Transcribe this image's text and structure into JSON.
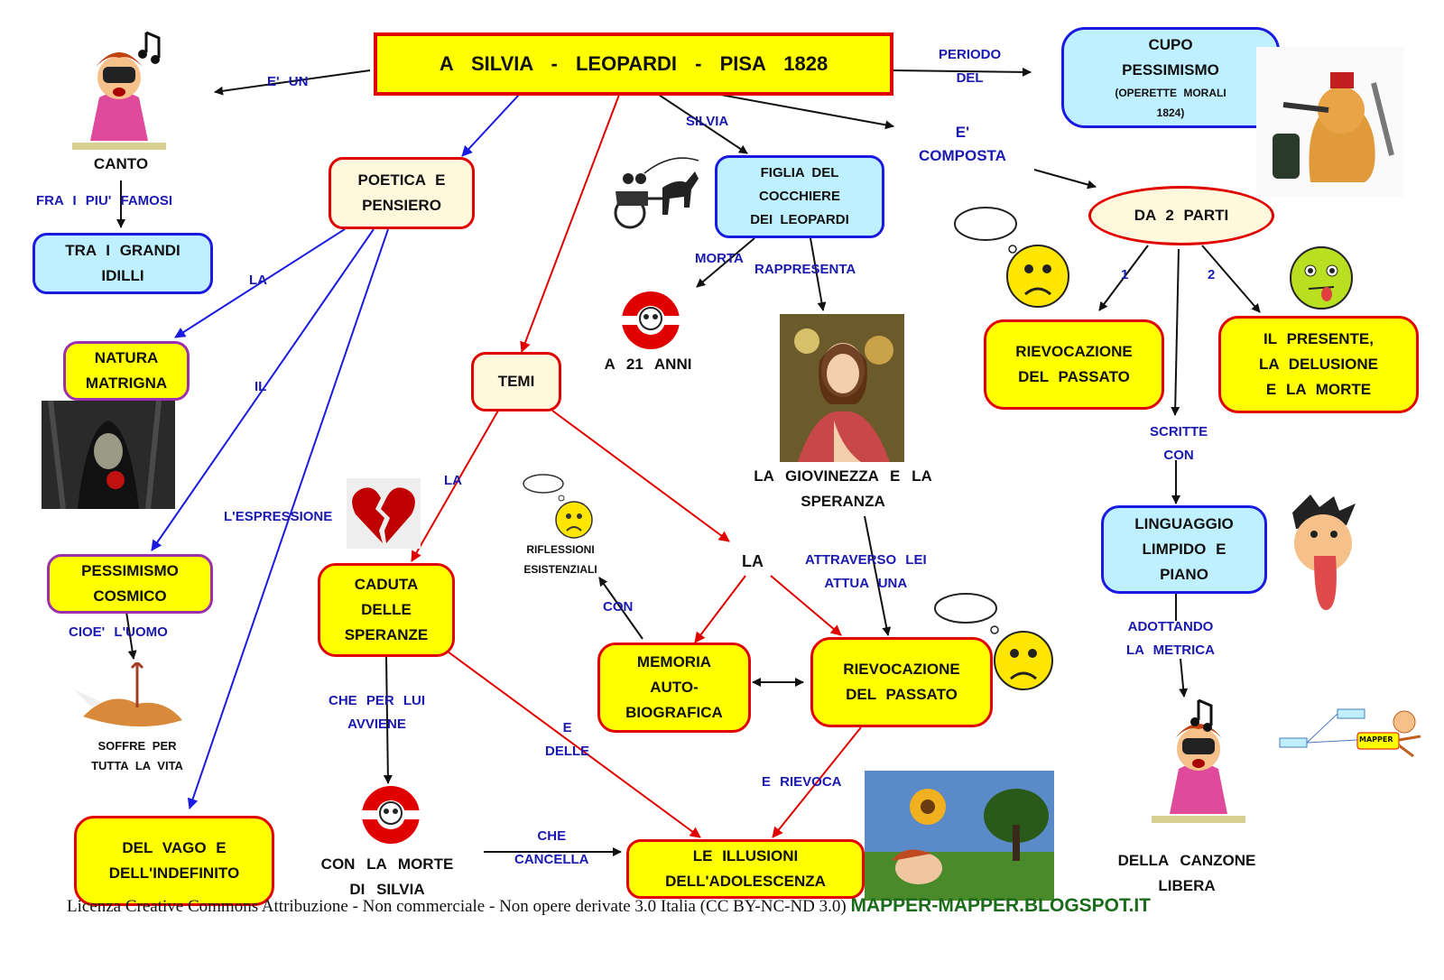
{
  "nodes": {
    "title": "A SILVIA - LEOPARDI - PISA 1828",
    "canto": "CANTO",
    "idilli": [
      "TRA I GRANDI",
      "IDILLI"
    ],
    "cupo": [
      "CUPO",
      "PESSIMISMO",
      "(OPERETTE MORALI",
      "1824)"
    ],
    "poetica": [
      "POETICA E",
      "PENSIERO"
    ],
    "figlia": [
      "FIGLIA DEL",
      "COCCHIERE",
      "DEI LEOPARDI"
    ],
    "due_parti": "DA 2 PARTI",
    "natura": [
      "NATURA",
      "MATRIGNA"
    ],
    "temi": "TEMI",
    "rievocazione_passato_right": [
      "RIEVOCAZIONE",
      "DEL PASSATO"
    ],
    "presente": [
      "IL PRESENTE,",
      "LA DELUSIONE",
      "E LA MORTE"
    ],
    "pessimismo": [
      "PESSIMISMO",
      "COSMICO"
    ],
    "caduta": [
      "CADUTA",
      "DELLE",
      "SPERANZE"
    ],
    "memoria": [
      "MEMORIA",
      "AUTO-",
      "BIOGRAFICA"
    ],
    "rievocazione_center": [
      "RIEVOCAZIONE",
      "DEL PASSATO"
    ],
    "linguaggio": [
      "LINGUAGGIO",
      "LIMPIDO E",
      "PIANO"
    ],
    "vago": [
      "DEL VAGO E",
      "DELL'INDEFINITO"
    ],
    "illusioni": [
      "LE ILLUSIONI",
      "DELL'ADOLESCENZA"
    ]
  },
  "texts": {
    "a21": "A 21 ANNI",
    "giovinezza": [
      "LA GIOVINEZZA E LA",
      "SPERANZA"
    ],
    "riflessioni": [
      "RIFLESSIONI",
      "ESISTENZIALI"
    ],
    "la_center": "LA",
    "soffre": [
      "SOFFRE PER",
      "TUTTA LA VITA"
    ],
    "morte_silvia": [
      "CON LA MORTE",
      "DI SILVIA"
    ],
    "canzone": [
      "DELLA CANZONE",
      "LIBERA"
    ]
  },
  "labels": {
    "e_un": "E' UN",
    "periodo": [
      "PERIODO",
      "DEL"
    ],
    "silvia": "SILVIA",
    "composta": [
      "E'",
      "COMPOSTA"
    ],
    "fra": "FRA I PIU' FAMOSI",
    "morta": "MORTA",
    "rappresenta": "RAPPRESENTA",
    "one": "1",
    "two": "2",
    "la1": "LA",
    "il": "IL",
    "la2": "LA",
    "espressione": "L'ESPRESSIONE",
    "scritte": [
      "SCRITTE",
      "CON"
    ],
    "attraverso": [
      "ATTRAVERSO LEI",
      "ATTUA UNA"
    ],
    "con": "CON",
    "cioe": "CIOE' L'UOMO",
    "adottando": [
      "ADOTTANDO",
      "LA METRICA"
    ],
    "che_per": [
      "CHE PER LUI",
      "AVVIENE"
    ],
    "e_delle": [
      "E",
      "DELLE"
    ],
    "e_rievoca": "E RIEVOCA",
    "che_cancella": [
      "CHE",
      "CANCELLA"
    ]
  },
  "footer": {
    "license": "Licenza Creative Commons Attribuzione - Non commerciale - Non opere derivate 3.0 Italia (CC BY-NC-ND 3.0)",
    "site": "MAPPER-MAPPER.BLOGSPOT.IT"
  },
  "colors": {
    "node_fill": "#ffff00",
    "red_border": "#e00000",
    "blue_border": "#1a1ae0",
    "cyan_fill": "#bff0ff",
    "link_label": "#1a1ab0",
    "site_green": "#1a6b1a"
  }
}
